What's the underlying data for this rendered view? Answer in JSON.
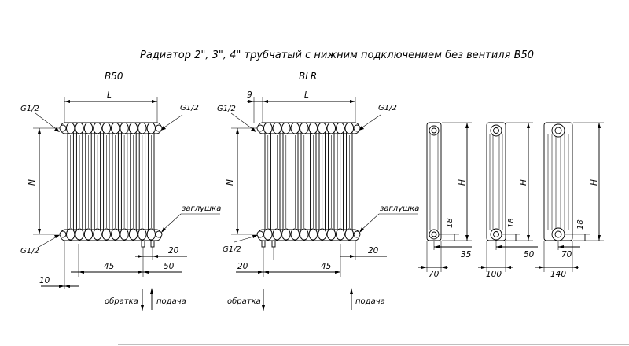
{
  "title": "Радиатор 2\", 3\", 4\" трубчатый с нижним подключением без вентиля В50",
  "views": {
    "b50": {
      "label": "B50",
      "dims": {
        "length": "L",
        "height": "N",
        "thread_top_left": "G1/2",
        "thread_top_right": "G1/2",
        "thread_bottom": "G1/2",
        "plug": "заглушка",
        "d20": "20",
        "d45": "45",
        "d50": "50",
        "d10": "10"
      },
      "flow": {
        "return": "обратка",
        "supply": "подача"
      }
    },
    "blr": {
      "label": "BLR",
      "dims": {
        "length": "L",
        "height": "N",
        "offset": "9",
        "thread_top_left": "G1/2",
        "thread_top_right": "G1/2",
        "thread_bottom": "G1/2",
        "plug": "заглушка",
        "d20a": "20",
        "d20b": "20",
        "d45": "45"
      },
      "flow": {
        "return": "обратка",
        "supply": "подача"
      }
    }
  },
  "side_views": [
    {
      "depth": "70",
      "height": "H",
      "h18": "18",
      "offset": "35"
    },
    {
      "depth": "100",
      "height": "H",
      "h18": "18",
      "offset": "50"
    },
    {
      "depth": "140",
      "height": "H",
      "h18": "18",
      "offset": "70"
    }
  ]
}
